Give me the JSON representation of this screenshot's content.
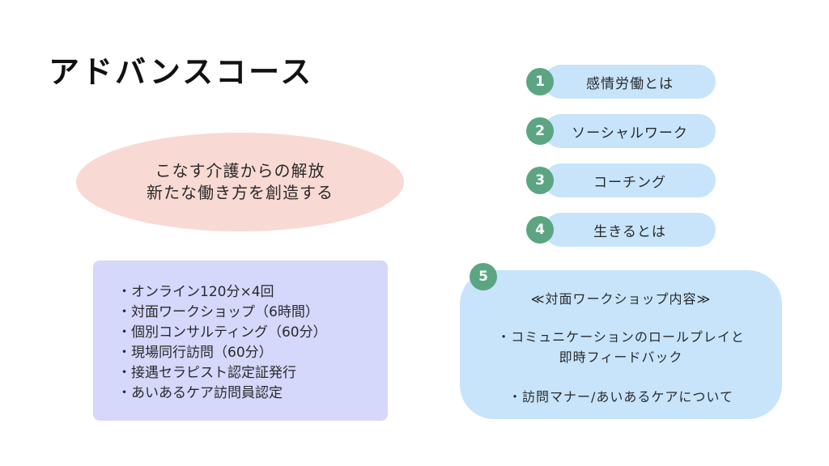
{
  "title": "アドバンスコース",
  "concept": {
    "line1": "こなす介護からの解放",
    "line2": "新たな働き方を創造する"
  },
  "features": [
    "・オンライン120分×4回",
    "・対面ワークショップ（6時間）",
    "・個別コンサルティング（60分）",
    "・現場同行訪問（60分）",
    "・接遇セラピスト認定証発行",
    "・あいあるケア訪問員認定"
  ],
  "topics": [
    {
      "num": "1",
      "label": "感情労働とは"
    },
    {
      "num": "2",
      "label": "ソーシャルワーク"
    },
    {
      "num": "3",
      "label": "コーチング"
    },
    {
      "num": "4",
      "label": "生きるとは"
    }
  ],
  "workshop": {
    "num": "5",
    "title": "≪対面ワークショップ内容≫",
    "item1_line1": "・コミュニケーションのロールプレイと",
    "item1_line2": "即時フィードバック",
    "item2": "・訪問マナー/あいあるケアについて"
  },
  "colors": {
    "ellipse": "#f9d9d3",
    "features_box": "#d5d7fb",
    "pill": "#c7e4fb",
    "badge": "#5ba583"
  }
}
